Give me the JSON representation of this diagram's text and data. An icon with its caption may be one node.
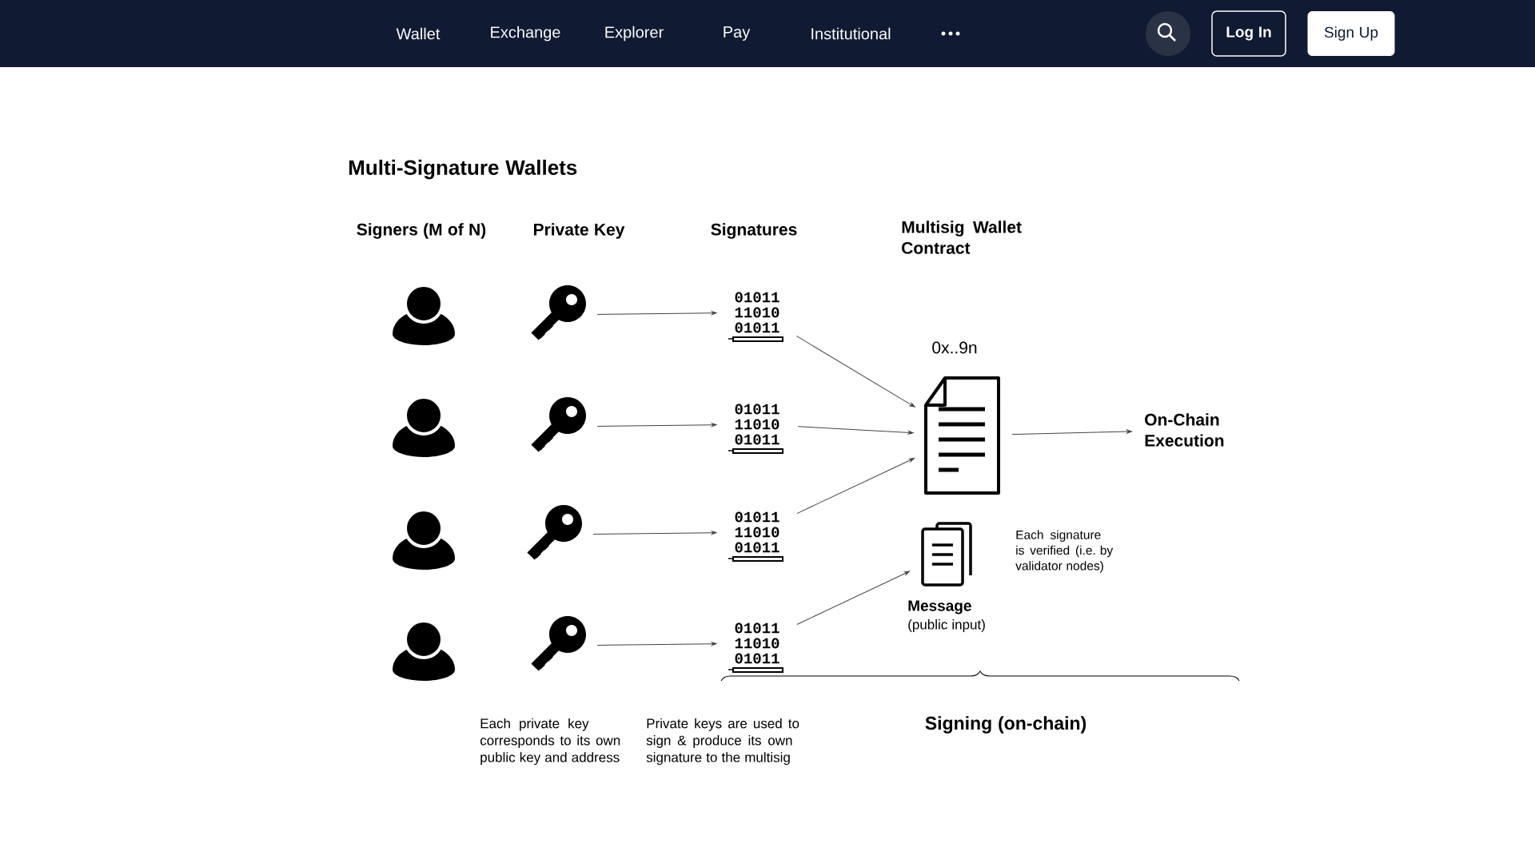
{
  "diagram": {
    "title": "Multi-Signature Wallets",
    "nodes": [
      {
        "text": [],
        "shape": "key"
      },
      {
        "text": [],
        "shape": "key"
      },
      {
        "text": [],
        "shape": "key"
      },
      {
        "text": [],
        "shape": "key"
      },
      {
        "text": [
          "01011 11010 01011"
        ]
      },
      {
        "text": [
          "01011 11010 01011"
        ]
      },
      {
        "text": [
          "01011 11010 01011"
        ]
      },
      {
        "text": [
          "01011 11010 01011"
        ]
      },
      {
        "text": [
          "0x..9n"
        ]
      },
      {
        "text": [
          "Message",
          "(public input)"
        ]
      },
      {
        "text": [
          "On-Chain Execution"
        ]
      }
    ],
    "edges": [
      {
        "from": 0,
        "to": 4,
        "arrow": "to"
      },
      {
        "from": 1,
        "to": 5,
        "arrow": "to"
      },
      {
        "from": 2,
        "to": 6,
        "arrow": "to"
      },
      {
        "from": 3,
        "to": 7,
        "arrow": "to"
      },
      {
        "from": 4,
        "to": 8,
        "arrow": "to"
      },
      {
        "from": 5,
        "to": 8,
        "arrow": "to"
      },
      {
        "from": 6,
        "to": 8,
        "arrow": "to"
      },
      {
        "from": 7,
        "to": 9,
        "arrow": "to"
      },
      {
        "from": 8,
        "to": 10,
        "arrow": "to"
      }
    ],
    "labels": [
      "Wallet",
      "Exchange",
      "Explorer",
      "Pay",
      "Institutional",
      "Log In",
      "Sign Up",
      "Signers (M of N)",
      "Private Key",
      "Signatures",
      "Multisig Wallet Contract",
      "Each signature is verified (i.e. by validator nodes)",
      "Each private key corresponds to its own public key and address",
      "Private keys are used to sign & produce its own signature to the multisig",
      "Signing (on-chain)"
    ]
  }
}
